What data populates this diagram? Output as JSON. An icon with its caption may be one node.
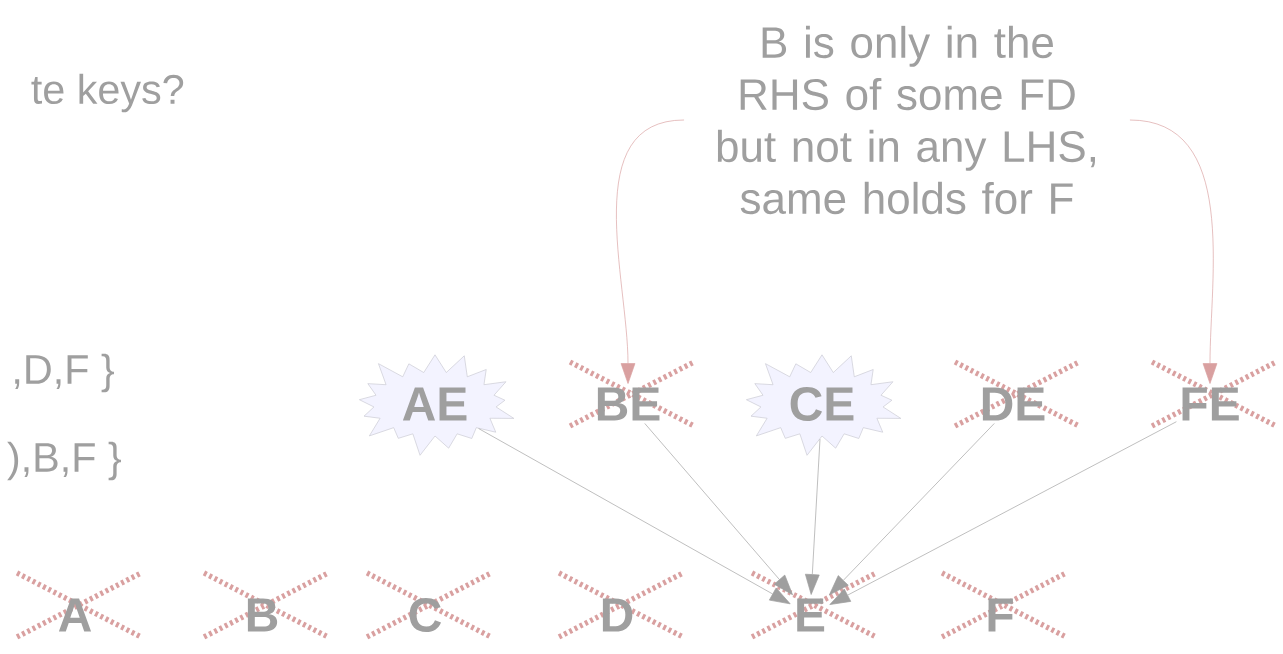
{
  "diagram": {
    "nodes": [
      {
        "text": [
          "B is only in the RHS of some FD but not in any LHS, same holds for F"
        ]
      },
      {
        "text": [
          "AE"
        ]
      },
      {
        "text": [
          "BE"
        ]
      },
      {
        "text": [
          "CE"
        ]
      },
      {
        "text": [
          "DE"
        ]
      },
      {
        "text": [
          "FE"
        ]
      },
      {
        "text": [
          "A"
        ]
      },
      {
        "text": [
          "B"
        ]
      },
      {
        "text": [
          "C"
        ]
      },
      {
        "text": [
          "D"
        ]
      },
      {
        "text": [
          "E"
        ]
      },
      {
        "text": [
          "F"
        ]
      }
    ],
    "edges": [
      {
        "from": 0,
        "to": 2,
        "arrow": "to",
        "color": "#d9a0a0"
      },
      {
        "from": 0,
        "to": 5,
        "arrow": "to",
        "color": "#d9a0a0"
      },
      {
        "from": 1,
        "to": 10,
        "arrow": "to"
      },
      {
        "from": 2,
        "to": 10,
        "arrow": "to"
      },
      {
        "from": 3,
        "to": 10,
        "arrow": "to"
      },
      {
        "from": 4,
        "to": 10,
        "arrow": "to"
      },
      {
        "from": 5,
        "to": 10,
        "arrow": "to"
      }
    ],
    "labels": [
      "te keys?",
      ",D,F }",
      "),B,F }"
    ]
  }
}
